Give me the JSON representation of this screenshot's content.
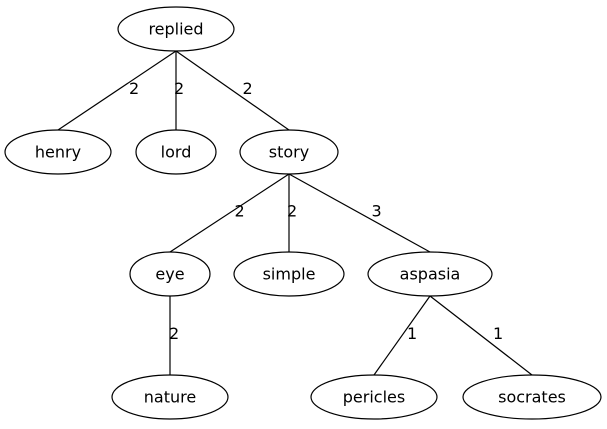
{
  "nodes": [
    {
      "id": "replied",
      "label": "replied"
    },
    {
      "id": "henry",
      "label": "henry"
    },
    {
      "id": "lord",
      "label": "lord"
    },
    {
      "id": "story",
      "label": "story"
    },
    {
      "id": "eye",
      "label": "eye"
    },
    {
      "id": "simple",
      "label": "simple"
    },
    {
      "id": "aspasia",
      "label": "aspasia"
    },
    {
      "id": "nature",
      "label": "nature"
    },
    {
      "id": "pericles",
      "label": "pericles"
    },
    {
      "id": "socrates",
      "label": "socrates"
    }
  ],
  "edges": [
    {
      "from": "replied",
      "to": "henry",
      "weight": "2"
    },
    {
      "from": "replied",
      "to": "lord",
      "weight": "2"
    },
    {
      "from": "replied",
      "to": "story",
      "weight": "2"
    },
    {
      "from": "story",
      "to": "eye",
      "weight": "2"
    },
    {
      "from": "story",
      "to": "simple",
      "weight": "2"
    },
    {
      "from": "story",
      "to": "aspasia",
      "weight": "3"
    },
    {
      "from": "eye",
      "to": "nature",
      "weight": "2"
    },
    {
      "from": "aspasia",
      "to": "pericles",
      "weight": "1"
    },
    {
      "from": "aspasia",
      "to": "socrates",
      "weight": "1"
    }
  ]
}
